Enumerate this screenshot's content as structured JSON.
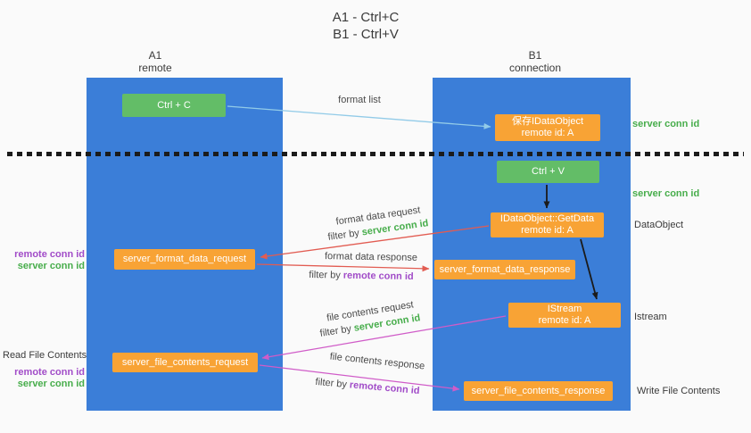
{
  "title": {
    "line1": "A1 - Ctrl+C",
    "line2": "B1 - Ctrl+V"
  },
  "lanes": {
    "left": {
      "name": "A1",
      "subtitle": "remote"
    },
    "right": {
      "name": "B1",
      "subtitle": "connection"
    }
  },
  "nodes": {
    "ctrl_c": {
      "label": "Ctrl + C"
    },
    "ctrl_v": {
      "label": "Ctrl + V"
    },
    "save_dataobject": {
      "line1": "保存IDataObject",
      "line2": "remote id: A"
    },
    "getdata": {
      "line1": "IDataObject::GetData",
      "line2": "remote id: A"
    },
    "istream": {
      "line1": "IStream",
      "line2": "remote id: A"
    },
    "format_request": {
      "label": "server_format_data_request"
    },
    "format_response": {
      "label": "server_format_data_response"
    },
    "file_request": {
      "label": "server_file_contents_request"
    },
    "file_response": {
      "label": "server_file_contents_response"
    }
  },
  "arrow_labels": {
    "format_list": "format list",
    "format_data_request": "format data request",
    "filter_server_1": {
      "prefix": "filter by ",
      "highlight": "server conn id"
    },
    "format_data_response": "format data response",
    "filter_remote_1": {
      "prefix": "filter by ",
      "highlight": "remote conn id"
    },
    "file_contents_request": "file contents request",
    "filter_server_2": {
      "prefix": "filter by ",
      "highlight": "server conn id"
    },
    "file_contents_response": "file contents response",
    "filter_remote_2": {
      "prefix": "filter by ",
      "highlight": "remote conn id"
    }
  },
  "side_labels": {
    "right": {
      "server_conn_top": "server conn id",
      "server_conn_mid": "server conn id",
      "dataobject": "DataObject",
      "istream": "Istream",
      "write_file_contents": "Write File Contents"
    },
    "left": {
      "remote_conn_top": "remote conn id",
      "server_conn_top": "server conn id",
      "read_file_contents": "Read File Contents",
      "remote_conn_bottom": "remote conn id",
      "server_conn_bottom": "server conn id"
    }
  },
  "colors": {
    "lane_blue": "#3b7ed8",
    "box_green": "#63bd67",
    "box_orange": "#f8a335",
    "arrow_blue": "#92cbe8",
    "arrow_red": "#e25c52",
    "arrow_magenta": "#d05cc8",
    "arrow_black": "#1b1b1b",
    "text_green": "#47ad4b",
    "text_purple": "#a14cc8"
  }
}
